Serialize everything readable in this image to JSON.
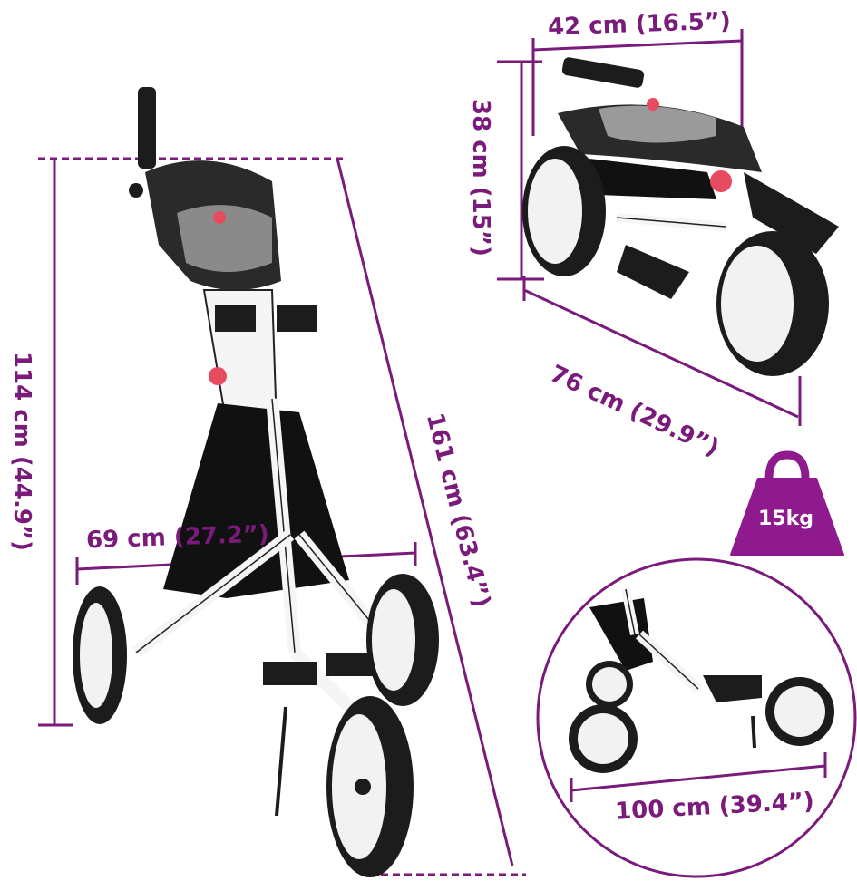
{
  "dimensions": {
    "height_total": "114 cm (44.9”)",
    "length_diagonal": "161 cm (63.4”)",
    "width_front": "69 cm (27.2”)",
    "folded_width": "42 cm (16.5”)",
    "folded_height": "38 cm (15”)",
    "folded_length": "76 cm (29.9”)",
    "unfolded_length": "100 cm (39.4”)"
  },
  "weight": {
    "value": "15kg",
    "icon": "weight-icon"
  },
  "colors": {
    "dimension_text": "#7a1a7a",
    "dimension_line": "#7a1a7a",
    "weight_badge": "#8e1a8e",
    "frame": "#f5f5f5",
    "wheel": "#1c1c1c",
    "accent": "#e84a5f"
  }
}
